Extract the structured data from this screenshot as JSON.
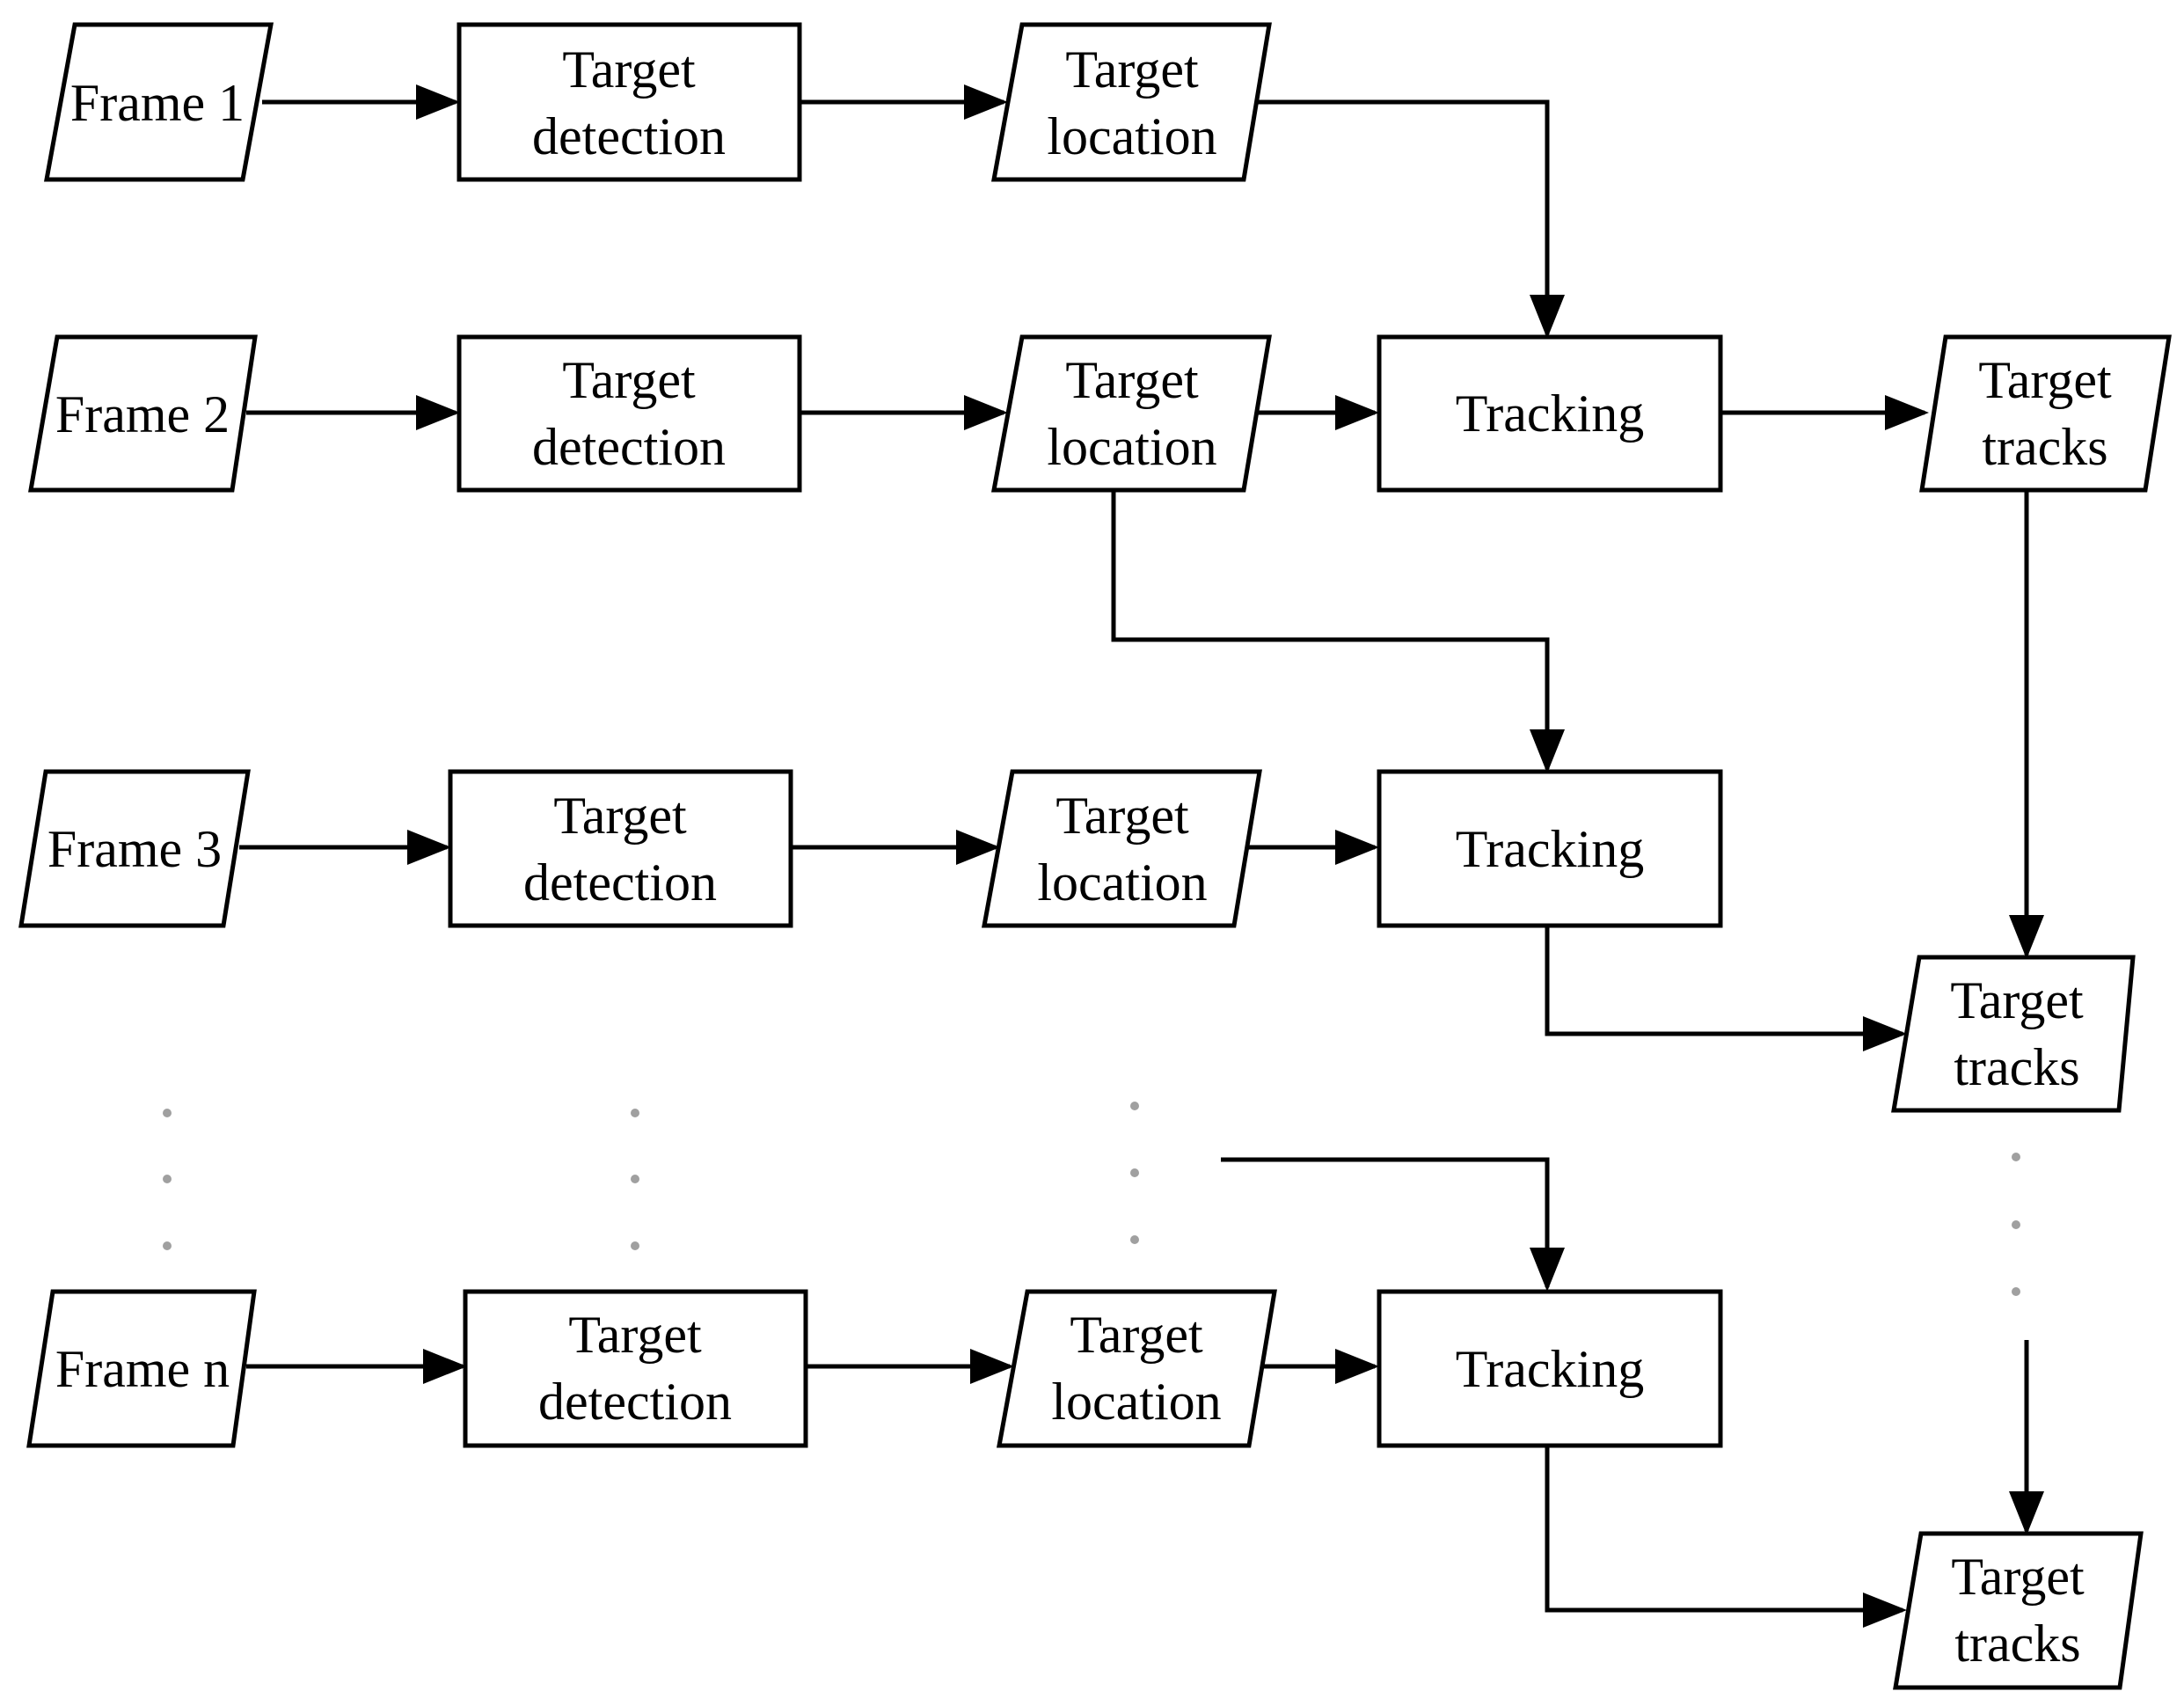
{
  "nodes": {
    "frame_1": {
      "line1": "Frame 1"
    },
    "frame_2": {
      "line1": "Frame 2"
    },
    "frame_3": {
      "line1": "Frame 3"
    },
    "frame_n": {
      "line1": "Frame n"
    },
    "detection_1": {
      "line1": "Target",
      "line2": "detection"
    },
    "detection_2": {
      "line1": "Target",
      "line2": "detection"
    },
    "detection_3": {
      "line1": "Target",
      "line2": "detection"
    },
    "detection_n": {
      "line1": "Target",
      "line2": "detection"
    },
    "location_1": {
      "line1": "Target",
      "line2": "location"
    },
    "location_2": {
      "line1": "Target",
      "line2": "location"
    },
    "location_3": {
      "line1": "Target",
      "line2": "location"
    },
    "location_n": {
      "line1": "Target",
      "line2": "location"
    },
    "tracking_2": {
      "line1": "Tracking"
    },
    "tracking_3": {
      "line1": "Tracking"
    },
    "tracking_n": {
      "line1": "Tracking"
    },
    "tracks_2": {
      "line1": "Target",
      "line2": "tracks"
    },
    "tracks_3": {
      "line1": "Target",
      "line2": "tracks"
    },
    "tracks_n": {
      "line1": "Target",
      "line2": "tracks"
    }
  },
  "edges": [
    {
      "from": "frame_1",
      "to": "detection_1"
    },
    {
      "from": "detection_1",
      "to": "location_1"
    },
    {
      "from": "location_1",
      "to": "tracking_2"
    },
    {
      "from": "frame_2",
      "to": "detection_2"
    },
    {
      "from": "detection_2",
      "to": "location_2"
    },
    {
      "from": "location_2",
      "to": "tracking_2"
    },
    {
      "from": "tracking_2",
      "to": "tracks_2"
    },
    {
      "from": "location_2",
      "to": "tracking_3"
    },
    {
      "from": "tracks_2",
      "to": "tracks_3"
    },
    {
      "from": "frame_3",
      "to": "detection_3"
    },
    {
      "from": "detection_3",
      "to": "location_3"
    },
    {
      "from": "location_3",
      "to": "tracking_3"
    },
    {
      "from": "tracking_3",
      "to": "tracks_3"
    },
    {
      "from": "frame_n",
      "to": "detection_n"
    },
    {
      "from": "detection_n",
      "to": "location_n"
    },
    {
      "from": "location_n",
      "to": "tracking_n"
    },
    {
      "from": "tracking_n",
      "to": "tracks_n"
    }
  ]
}
